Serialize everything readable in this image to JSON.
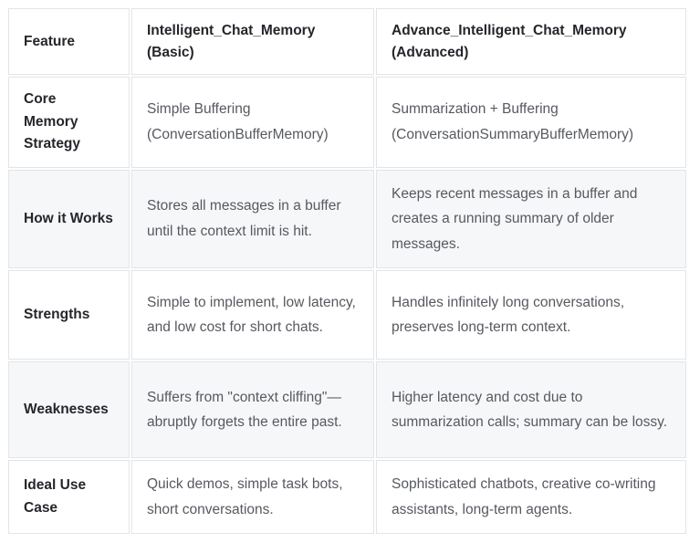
{
  "table": {
    "name": "memory-strategy-comparison-table",
    "columns": [
      "Feature",
      "Intelligent_Chat_Memory (Basic)",
      "Advance_Intelligent_Chat_Memory (Advanced)"
    ],
    "header": {
      "feature": "Feature",
      "basic_line1": "Intelligent_Chat_Memory",
      "basic_line2": "(Basic)",
      "advanced_line1": "Advance_Intelligent_Chat_Memory",
      "advanced_line2": "(Advanced)"
    },
    "rows": [
      {
        "feature": "Core Memory Strategy",
        "basic": "Simple Buffering (ConversationBufferMemory)",
        "advanced": "Summarization + Buffering (ConversationSummaryBufferMemory)"
      },
      {
        "feature": "How it Works",
        "basic": "Stores all messages in a buffer until the context limit is hit.",
        "advanced": "Keeps recent messages in a buffer and creates a running summary of older messages."
      },
      {
        "feature": "Strengths",
        "basic": "Simple to implement, low latency, and low cost for short chats.",
        "advanced": "Handles infinitely long conversations, preserves long-term context."
      },
      {
        "feature": "Weaknesses",
        "basic": "Suffers from \"context cliffing\"—abruptly forgets the entire past.",
        "advanced": "Higher latency and cost due to summarization calls; summary can be lossy."
      },
      {
        "feature": "Ideal Use Case",
        "basic": "Quick demos, simple task bots, short conversations.",
        "advanced": "Sophisticated chatbots, creative co-writing assistants, long-term agents."
      }
    ]
  },
  "colors": {
    "page_background": "#ffffff",
    "cell_border": "#e2e5e8",
    "row_shaded_background": "#f6f7f9",
    "header_text": "#25262b",
    "body_text": "#56595f"
  }
}
